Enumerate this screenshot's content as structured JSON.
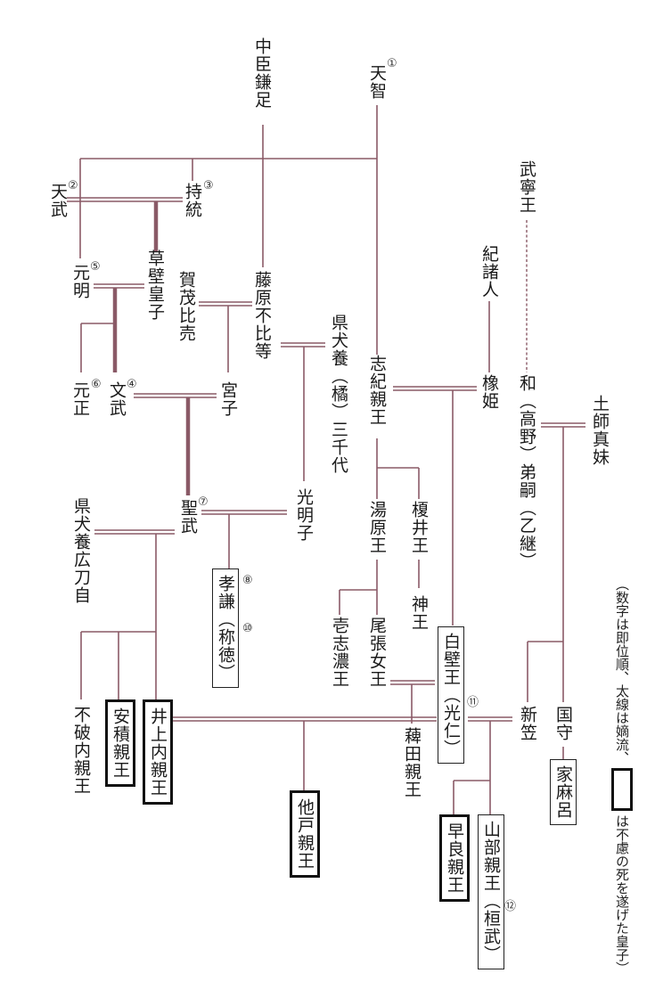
{
  "diagram": {
    "title": "Imperial genealogy (Tenji to Kanmu)",
    "line_color": "#8a5a67",
    "nodes": {
      "nakatomi_kamatari": "中臣鎌足",
      "tenji": "天智",
      "tenmu": "天武",
      "jito": "持統",
      "kusakabe": "草壁皇子",
      "genmei": "元明",
      "kamo_hime": "賀茂比売",
      "fujiwara_fuhito": "藤原不比等",
      "agata_michiyo": "県犬養（橘）三千代",
      "gensho": "元正",
      "monmu": "文武",
      "miyako": "宮子",
      "shiki": "志紀親王",
      "ki_morohito": "紀諸人",
      "tochihime": "橡姫",
      "muyasu": "武寧王",
      "yamato_otsugu": "和（高野）弟嗣（乙継）",
      "haji_matsuma": "土師真妹",
      "yuhara": "湯原王",
      "enoi": "榎井王",
      "kamu": "神王",
      "shomu": "聖武",
      "komyoshi": "光明子",
      "agata_hirotoji": "県犬養広刀自",
      "koken": "孝謙（称徳）",
      "ishinami": "壱志濃王",
      "owari": "尾張女王",
      "shirakabe": "白壁王（光仁）",
      "niigasa": "新笠",
      "kunimori": "国守",
      "fuwa": "不破内親王",
      "asaka": "安積親王",
      "inoue": "井上内親王",
      "osabe": "他戸親王",
      "hieda": "薭田親王",
      "sawara": "早良親王",
      "yamabe": "山部親王（桓武）",
      "iemaro": "家麻呂"
    },
    "reign_numbers": {
      "tenji": "①",
      "tenmu": "②",
      "jito": "③",
      "monmu": "④",
      "genmei": "⑤",
      "gensho": "⑥",
      "shomu": "⑦",
      "koken_1": "⑧",
      "koken_2": "⑩",
      "konin": "⑪",
      "kanmu": "⑫"
    },
    "legend": {
      "prefix": "（数字は即位順、太線は嫡流、",
      "suffix": "は不慮の死を遂げた皇子）"
    }
  }
}
